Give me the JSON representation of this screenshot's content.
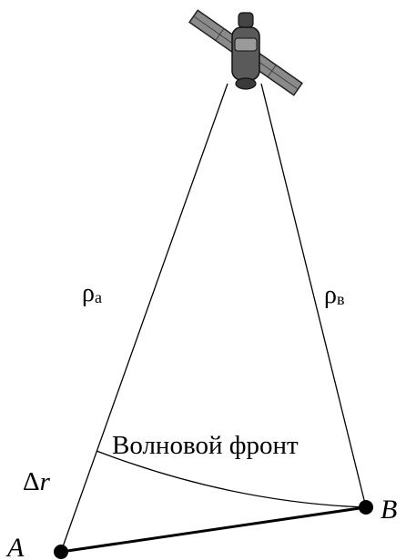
{
  "diagram": {
    "labels": {
      "rho_a": "ρa",
      "rho_a_symbol": "ρ",
      "rho_a_subscript": "a",
      "rho_b": "ρв",
      "rho_b_symbol": "ρ",
      "rho_b_subscript": "в",
      "wavefront": "Волновой фронт",
      "delta_r": "Δr",
      "delta_r_symbol": "Δ",
      "delta_r_var": "r",
      "point_a": "A",
      "point_b": "B"
    },
    "icons": {
      "satellite": "satellite-icon"
    },
    "colors": {
      "line": "#000000",
      "satellite_panel": "#8a8a8a",
      "satellite_body": "#5a5a5a",
      "background": "#ffffff"
    }
  }
}
